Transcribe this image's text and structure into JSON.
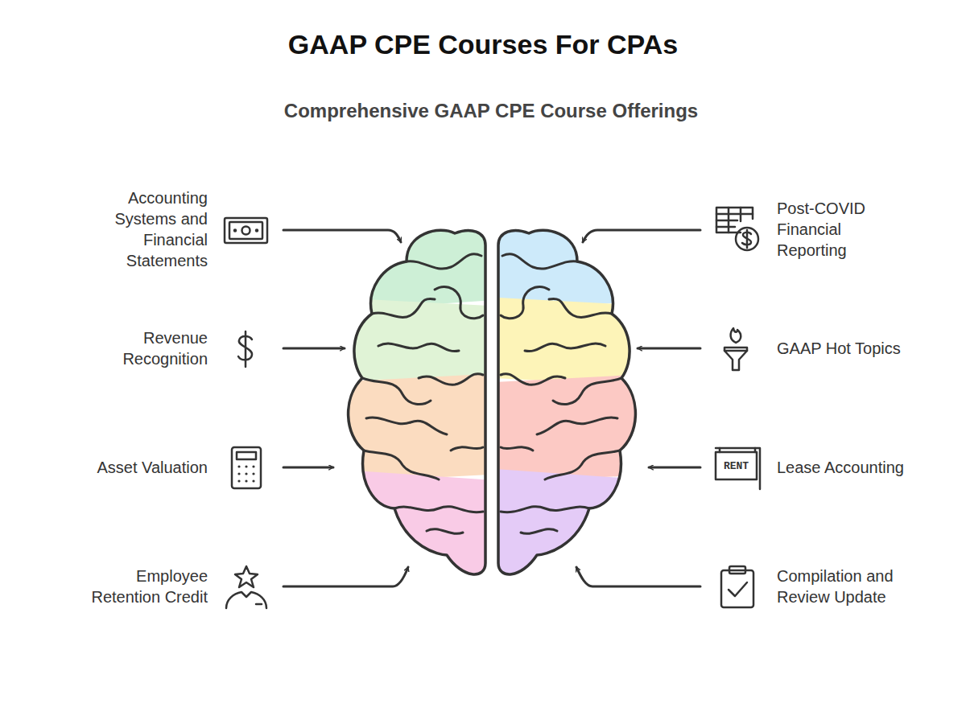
{
  "diagram": {
    "title": "GAAP CPE Courses For CPAs",
    "labels": [
      "Comprehensive GAAP CPE Course Offerings",
      "Accounting Systems and Financial Statements",
      "Revenue Recognition",
      "Asset Valuation",
      "Employee Retention Credit",
      "Post-COVID Financial Reporting",
      "GAAP Hot Topics",
      "Lease Accounting",
      "Compilation and Review Update",
      "RENT"
    ]
  }
}
